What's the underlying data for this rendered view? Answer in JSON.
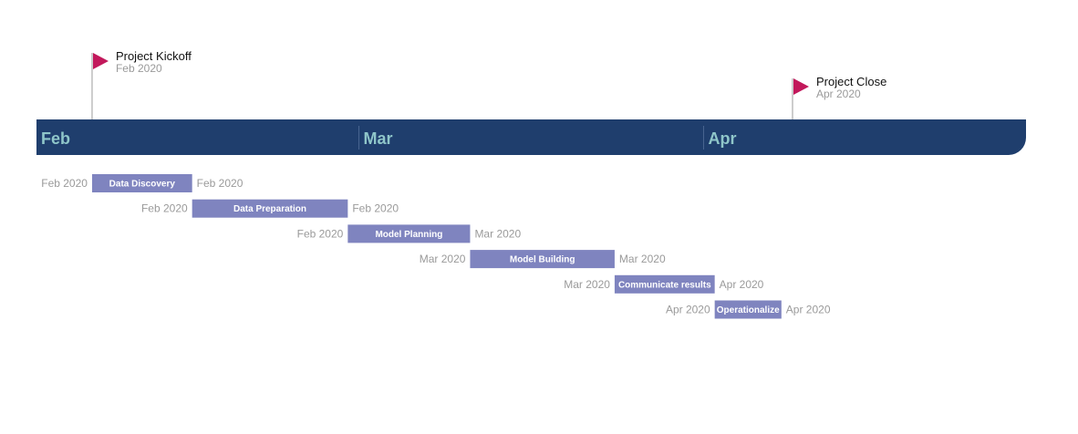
{
  "colors": {
    "band": "#1f3e6d",
    "month_text": "#8fc6c9",
    "task_bar": "#7f84bf",
    "task_text": "#ffffff",
    "date_text": "#9a9a9a",
    "flag": "#c2185b",
    "flag_pole": "#bdbdbd"
  },
  "chart_data": {
    "type": "timeline",
    "months": [
      {
        "label": "Feb"
      },
      {
        "label": "Mar"
      },
      {
        "label": "Apr"
      }
    ],
    "x_range": [
      "2020-02-01",
      "2020-04-30"
    ],
    "milestones": [
      {
        "name": "Project Kickoff",
        "date_label": "Feb 2020",
        "date": "2020-02-06",
        "level": "upper"
      },
      {
        "name": "Project Close",
        "date_label": "Apr 2020",
        "date": "2020-04-09",
        "level": "lower"
      }
    ],
    "tasks": [
      {
        "name": "Data Discovery",
        "start_label": "Feb 2020",
        "end_label": "Feb 2020",
        "start": "2020-02-06",
        "end": "2020-02-15"
      },
      {
        "name": "Data Preparation",
        "start_label": "Feb 2020",
        "end_label": "Feb 2020",
        "start": "2020-02-15",
        "end": "2020-02-29"
      },
      {
        "name": "Model Planning",
        "start_label": "Feb 2020",
        "end_label": "Mar 2020",
        "start": "2020-02-29",
        "end": "2020-03-11"
      },
      {
        "name": "Model Building",
        "start_label": "Mar 2020",
        "end_label": "Mar 2020",
        "start": "2020-03-11",
        "end": "2020-03-24"
      },
      {
        "name": "Communicate results",
        "start_label": "Mar 2020",
        "end_label": "Apr 2020",
        "start": "2020-03-24",
        "end": "2020-04-02"
      },
      {
        "name": "Operationalize",
        "start_label": "Apr 2020",
        "end_label": "Apr 2020",
        "start": "2020-04-02",
        "end": "2020-04-08"
      }
    ]
  }
}
